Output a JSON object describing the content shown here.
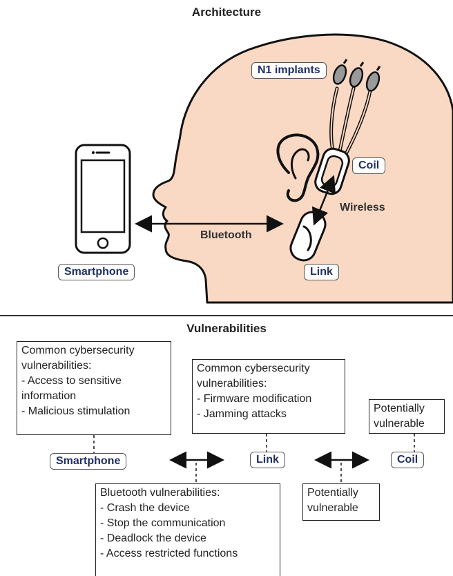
{
  "architecture": {
    "title": "Architecture",
    "labels": {
      "implants": "N1 implants",
      "coil": "Coil",
      "wireless": "Wireless",
      "bluetooth": "Bluetooth",
      "smartphone": "Smartphone",
      "link": "Link"
    },
    "colors": {
      "skin": "#f9d8c4",
      "outline": "#111111",
      "electrode": "#9a9a9a",
      "tag_text": "#1f2f66"
    }
  },
  "vulnerabilities": {
    "title": "Vulnerabilities",
    "nodes": {
      "smartphone": "Smartphone",
      "link": "Link",
      "coil": "Coil"
    },
    "smartphone_box": {
      "lines": [
        "Common cybersecurity",
        "vulnerabilities:",
        "- Access to sensitive",
        "information",
        "- Malicious stimulation"
      ]
    },
    "link_box": {
      "lines": [
        "Common cybersecurity",
        "vulnerabilities:",
        "- Firmware modification",
        "- Jamming attacks"
      ]
    },
    "coil_box": {
      "lines": [
        "Potentially",
        "vulnerable"
      ]
    },
    "bluetooth_box": {
      "lines": [
        "Bluetooth vulnerabilities:",
        "- Crash the device",
        "- Stop the communication",
        "- Deadlock the device",
        "- Access restricted functions"
      ]
    },
    "wireless_box": {
      "lines": [
        "Potentially",
        "vulnerable"
      ]
    }
  }
}
